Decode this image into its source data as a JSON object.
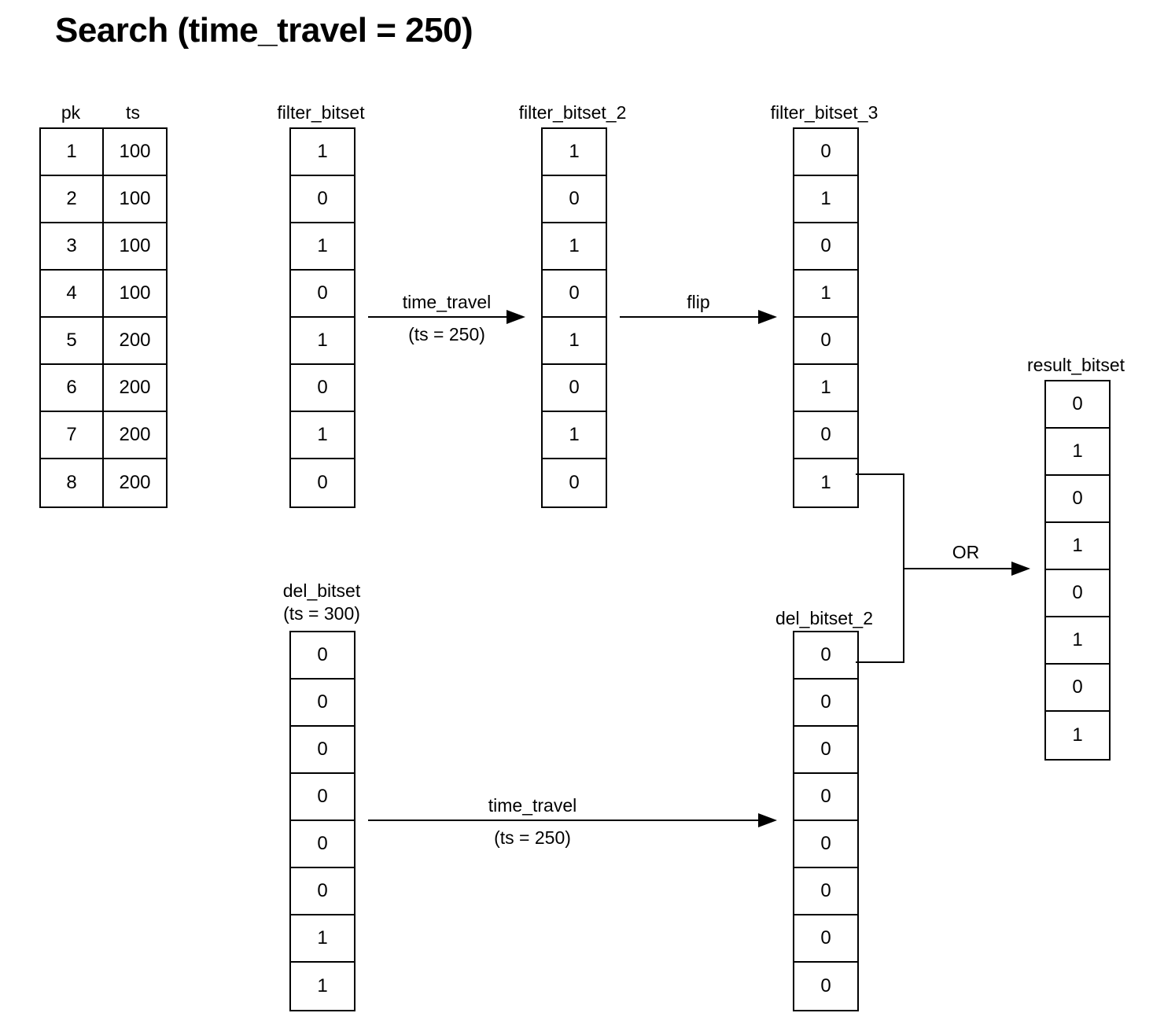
{
  "title": "Search (time_travel = 250)",
  "pk_ts_table": {
    "headers": [
      "pk",
      "ts"
    ],
    "rows": [
      {
        "pk": "1",
        "ts": "100"
      },
      {
        "pk": "2",
        "ts": "100"
      },
      {
        "pk": "3",
        "ts": "100"
      },
      {
        "pk": "4",
        "ts": "100"
      },
      {
        "pk": "5",
        "ts": "200"
      },
      {
        "pk": "6",
        "ts": "200"
      },
      {
        "pk": "7",
        "ts": "200"
      },
      {
        "pk": "8",
        "ts": "200"
      }
    ]
  },
  "bitsets": {
    "filter_bitset": {
      "label": "filter_bitset",
      "values": [
        "1",
        "0",
        "1",
        "0",
        "1",
        "0",
        "1",
        "0"
      ]
    },
    "filter_bitset_2": {
      "label": "filter_bitset_2",
      "values": [
        "1",
        "0",
        "1",
        "0",
        "1",
        "0",
        "1",
        "0"
      ]
    },
    "filter_bitset_3": {
      "label": "filter_bitset_3",
      "values": [
        "0",
        "1",
        "0",
        "1",
        "0",
        "1",
        "0",
        "1"
      ]
    },
    "del_bitset": {
      "label": "del_bitset",
      "sublabel": "(ts = 300)",
      "values": [
        "0",
        "0",
        "0",
        "0",
        "0",
        "0",
        "1",
        "1"
      ]
    },
    "del_bitset_2": {
      "label": "del_bitset_2",
      "values": [
        "0",
        "0",
        "0",
        "0",
        "0",
        "0",
        "0",
        "0"
      ]
    },
    "result_bitset": {
      "label": "result_bitset",
      "values": [
        "0",
        "1",
        "0",
        "1",
        "0",
        "1",
        "0",
        "1"
      ]
    }
  },
  "arrows": {
    "time_travel_top": {
      "label": "time_travel",
      "sublabel": "(ts = 250)"
    },
    "flip": {
      "label": "flip"
    },
    "time_travel_bottom": {
      "label": "time_travel",
      "sublabel": "(ts = 250)"
    },
    "or": {
      "label": "OR"
    }
  },
  "colors": {
    "line": "#000000",
    "text": "#000000",
    "background": "#ffffff"
  }
}
